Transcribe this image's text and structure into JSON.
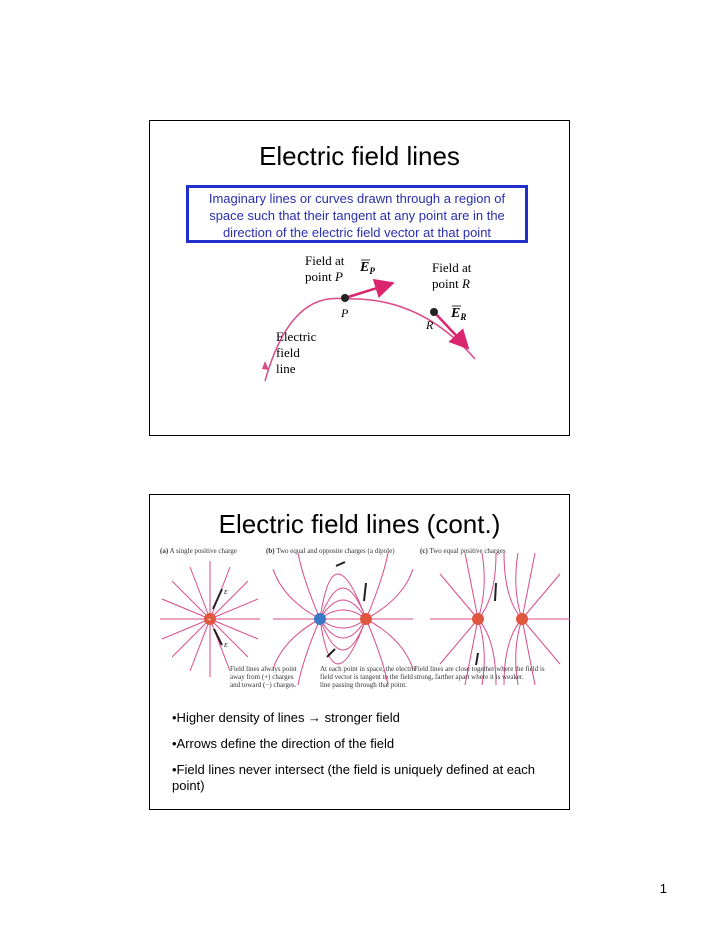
{
  "slide1": {
    "title": "Electric field lines",
    "definition": [
      "Imaginary lines or curves drawn through a region of",
      "space such that their tangent at any point are in the",
      "direction of the electric field vector at that point"
    ],
    "figure": {
      "field_at_p_line1": "Field at",
      "field_at_p_line2": "point",
      "p_var": "P",
      "vector_p": "E",
      "vector_p_sub": "P",
      "point_p_label": "P",
      "field_at_r_line1": "Field at",
      "field_at_r_line2": "point",
      "r_var": "R",
      "vector_r": "E",
      "vector_r_sub": "R",
      "point_r_label": "R",
      "line_label": [
        "Electric",
        "field",
        "line"
      ]
    }
  },
  "slide2": {
    "title": "Electric field lines (cont.)",
    "panels": {
      "a_letter": "(a)",
      "a_title": "A single positive charge",
      "b_letter": "(b)",
      "b_title": "Two equal and opposite charges (a dipole)",
      "c_letter": "(c)",
      "c_title": "Two equal positive charges"
    },
    "captions": {
      "a": [
        "Field lines always point",
        "away from (+) charges",
        "and toward (−) charges."
      ],
      "b": [
        "At each point in space, the electric",
        "field vector is tangent to the field",
        "line passing through that point."
      ],
      "c": [
        "Field lines are close together where the field is",
        "strong, farther apart where it is weaker."
      ]
    },
    "e_label": "E",
    "bullets": [
      "•Higher density of lines → stronger field",
      "•Arrows define the direction of the field",
      "•Field lines never intersect (the field is uniquely defined at each point)"
    ]
  },
  "page_number": "1",
  "colors": {
    "box_border": "#1f2fc8",
    "box_text": "#2a2fb0",
    "field_line": "#d94b8a",
    "positive_charge": "#e0573f",
    "negative_charge": "#3a78c8"
  }
}
